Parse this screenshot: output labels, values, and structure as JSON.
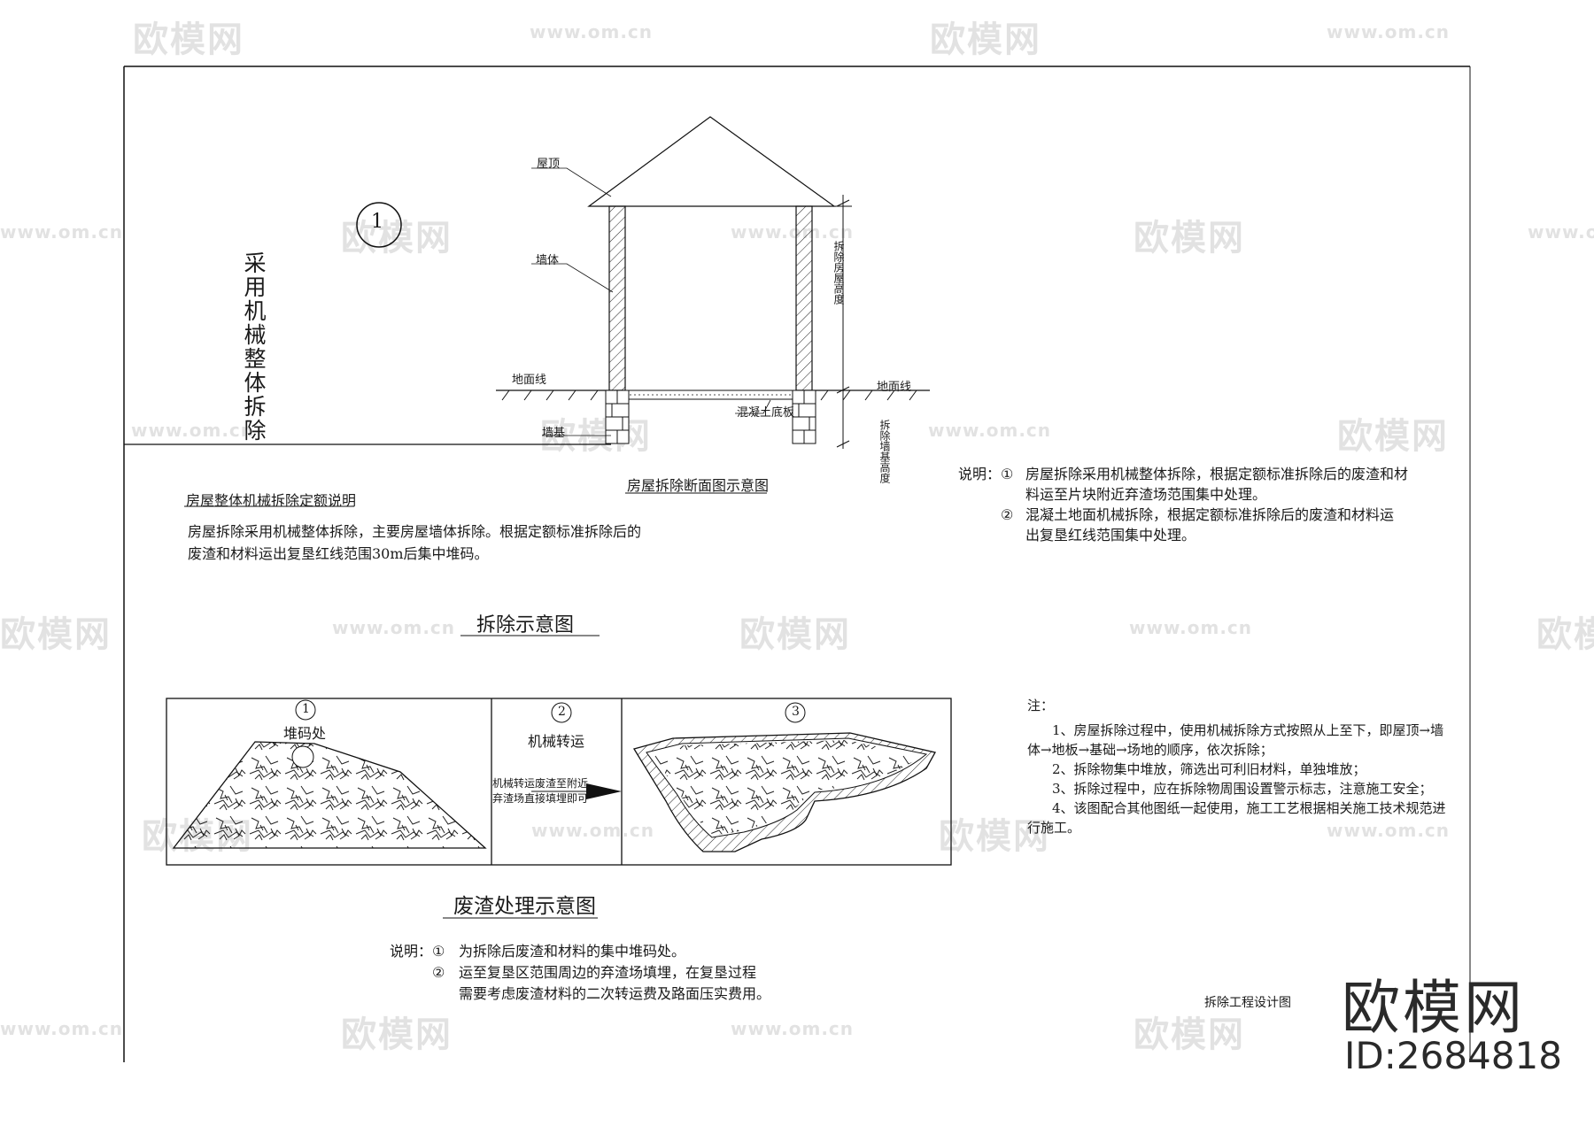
{
  "drawing": {
    "section_marker": "1",
    "vertical_title": "采用机械整体拆除",
    "labels": {
      "roof": "屋顶",
      "wall": "墙体",
      "ground_left": "地面线",
      "ground_right": "地面线",
      "concrete_slab": "混凝土底板",
      "wall_foundation": "墙基",
      "house_height": "拆除房屋高度",
      "foundation_height": "拆除墙基高度"
    },
    "section_caption": "房屋拆除断面图示意图",
    "quota_title": "房屋整体机械拆除定额说明",
    "quota_text": [
      "房屋拆除采用机械整体拆除，主要房屋墙体拆除。根据定额标准拆除后的",
      "废渣和材料运出复垦红线范围30m后集中堆码。"
    ],
    "right_notes": {
      "prefix": "说明：",
      "items": [
        {
          "num": "①",
          "lines": [
            "房屋拆除采用机械整体拆除，根据定额标准拆除后的废渣和材",
            "料运至片块附近弃渣场范围集中处理。"
          ]
        },
        {
          "num": "②",
          "lines": [
            "混凝土地面机械拆除，根据定额标准拆除后的废渣和材料运",
            "出复垦红线范围集中处理。"
          ]
        }
      ]
    },
    "demolition_title": "拆除示意图",
    "panels": {
      "p1_num": "1",
      "p1_label": "堆码处",
      "p2_num": "2",
      "p2_label": "机械转运",
      "p2_text": [
        "机械转运废渣至附近",
        "弃渣场直接填埋即可"
      ],
      "p3_num": "3"
    },
    "waste_title": "废渣处理示意图",
    "waste_notes": {
      "prefix": "说明：",
      "items": [
        {
          "num": "①",
          "lines": [
            "为拆除后废渣和材料的集中堆码处。"
          ]
        },
        {
          "num": "②",
          "lines": [
            "运至复垦区范围周边的弃渣场填埋，在复垦过程",
            "需要考虑废渣材料的二次转运费及路面压实费用。"
          ]
        }
      ]
    },
    "remarks": {
      "title": "注：",
      "lines": [
        "1、房屋拆除过程中，使用机械拆除方式按照从上至下，即屋顶→墙",
        "体→地板→基础→场地的顺序，依次拆除；",
        "2、拆除物集中堆放，筛选出可利旧材料，单独堆放；",
        "3、拆除过程中，应在拆除物周围设置警示标志，注意施工安全；",
        "4、该图配合其他图纸一起使用，施工工艺根据相关施工技术规范进",
        "行施工。"
      ]
    },
    "sheet_title": "拆除工程设计图"
  },
  "watermark": {
    "brand": "欧模网",
    "url": "www.om.cn",
    "id_label": "ID:2684818"
  }
}
